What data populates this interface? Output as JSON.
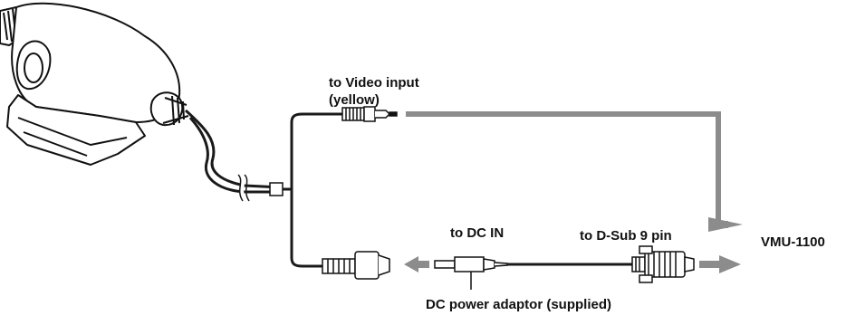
{
  "labels": {
    "video_input": "to Video input",
    "video_color": "(yellow)",
    "dc_in": "to DC IN",
    "dsub": "to D-Sub 9 pin",
    "device": "VMU-1100",
    "adaptor": "DC power adaptor (supplied)"
  },
  "colors": {
    "arrow": "#8c8c8c",
    "cable": "#1a1a1a",
    "body_fill": "#ffffff",
    "outline": "#111111"
  }
}
